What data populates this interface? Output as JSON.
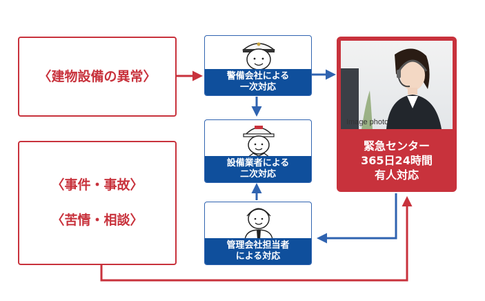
{
  "colors": {
    "red": "#c8323c",
    "blue": "#0f4f9c",
    "blue_line": "#2f63b0"
  },
  "triggers": {
    "building": "〈建物設備の異常〉",
    "incident": "〈事件・事故〉",
    "complaint": "〈苦情・相談〉"
  },
  "responders": {
    "security": {
      "line1": "警備会社による",
      "line2": "一次対応"
    },
    "equipment": {
      "line1": "設備業者による",
      "line2": "二次対応"
    },
    "manager": {
      "line1": "管理会社担当者",
      "line2": "による対応"
    }
  },
  "center": {
    "photo_watermark": "Image photo",
    "line1": "緊急センター",
    "line2": "365日24時間",
    "line3": "有人対応"
  },
  "icons": [
    "security-guard-icon",
    "worker-helmet-icon",
    "manager-person-icon",
    "operator-headset-photo"
  ]
}
